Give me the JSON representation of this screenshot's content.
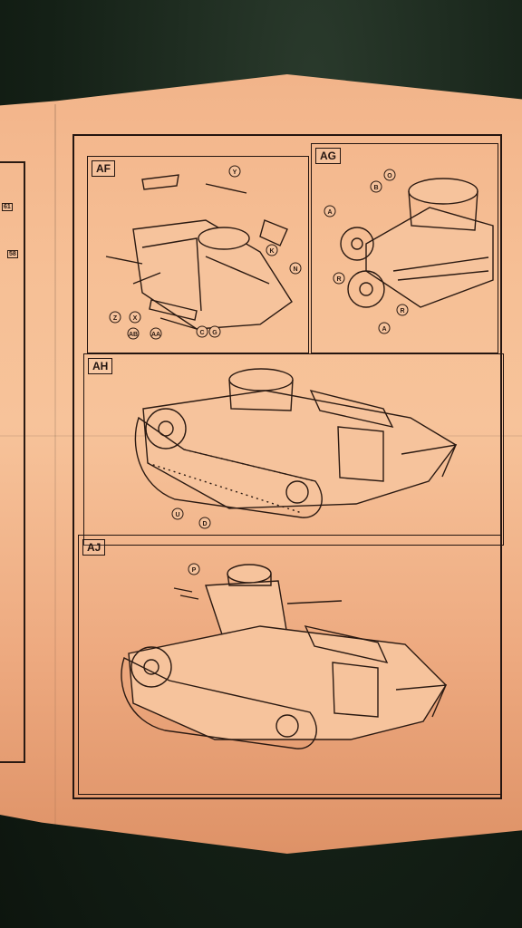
{
  "left_panel": {
    "items": [
      "61",
      "58"
    ]
  },
  "steps": {
    "AF": {
      "label": "AF",
      "callouts": [
        "Y",
        "K",
        "N",
        "Z",
        "X",
        "AB",
        "AA",
        "C",
        "G"
      ]
    },
    "AG": {
      "label": "AG",
      "callouts": [
        "O",
        "B",
        "A",
        "R",
        "R",
        "A"
      ]
    },
    "AH": {
      "label": "AH",
      "callouts": [
        "U",
        "D"
      ]
    },
    "AJ": {
      "label": "AJ",
      "callouts": [
        "P"
      ]
    }
  },
  "colors": {
    "paper": "#f6bf95",
    "ink": "#241510",
    "background": "#142016"
  }
}
